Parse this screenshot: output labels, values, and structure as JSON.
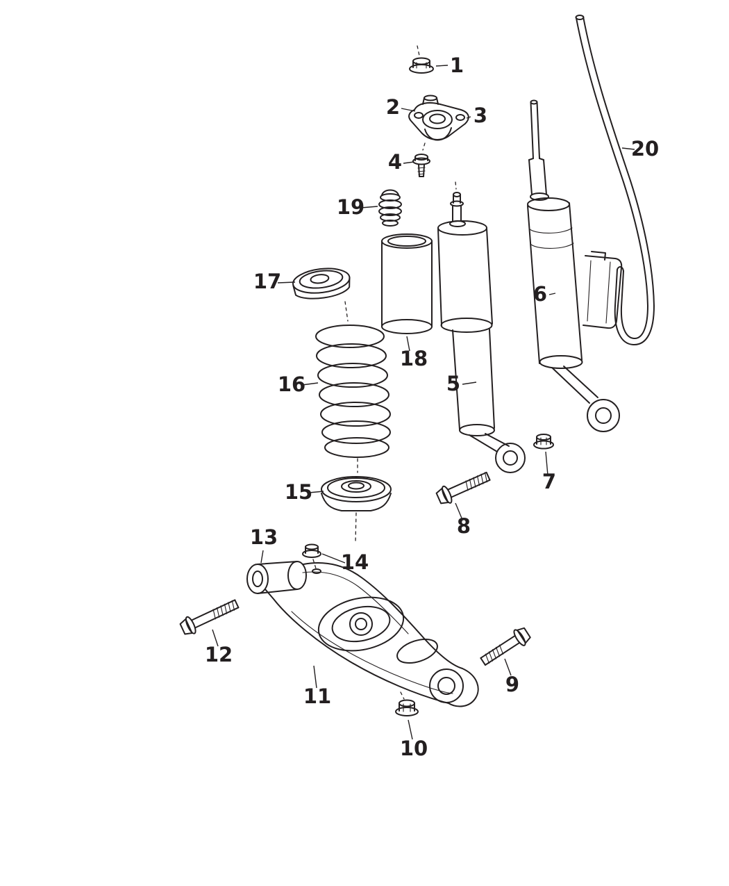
{
  "colors": {
    "background": "#ffffff",
    "line": "#231f20"
  },
  "callouts": [
    {
      "label": "1"
    },
    {
      "label": "2"
    },
    {
      "label": "3"
    },
    {
      "label": "4"
    },
    {
      "label": "5"
    },
    {
      "label": "6"
    },
    {
      "label": "7"
    },
    {
      "label": "8"
    },
    {
      "label": "9"
    },
    {
      "label": "10"
    },
    {
      "label": "11"
    },
    {
      "label": "12"
    },
    {
      "label": "13"
    },
    {
      "label": "14"
    },
    {
      "label": "15"
    },
    {
      "label": "16"
    },
    {
      "label": "17"
    },
    {
      "label": "18"
    },
    {
      "label": "19"
    },
    {
      "label": "20"
    }
  ]
}
